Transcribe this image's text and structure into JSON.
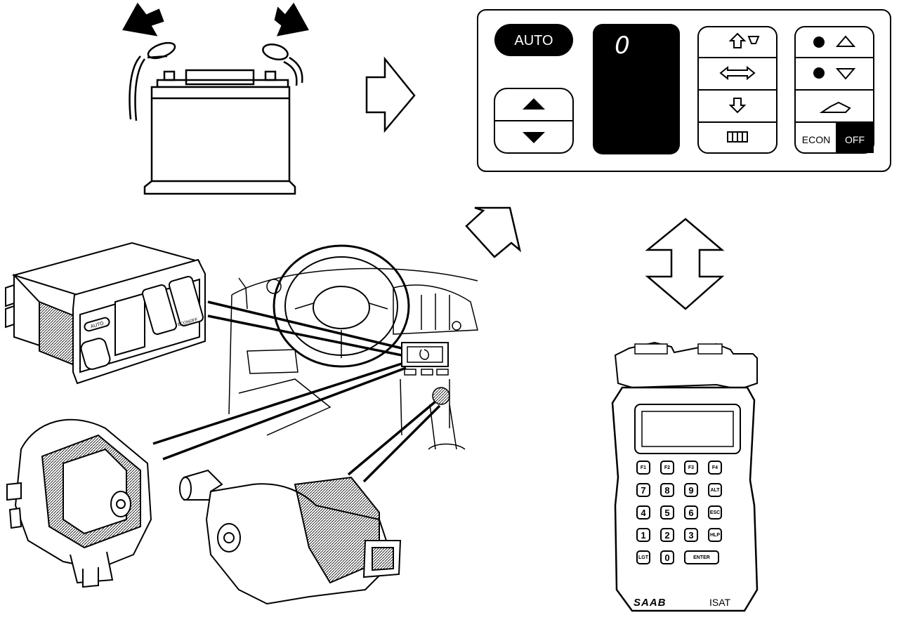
{
  "climate_panel": {
    "auto_label": "AUTO",
    "display_value": "0",
    "econ_label": "ECON",
    "off_label": "OFF",
    "buttons": [
      "temp-up",
      "temp-down",
      "air-windscreen",
      "air-face",
      "air-floor",
      "rear-defrost",
      "fan-up",
      "fan-down",
      "recirculation"
    ]
  },
  "small_panel": {
    "auto_label": "AUTO",
    "econ_label": "ECON",
    "off_label": "OFF"
  },
  "isat": {
    "brand": "SAAB",
    "model": "ISAT",
    "keys": [
      [
        "F1",
        "F2",
        "F3",
        "F4"
      ],
      [
        "7",
        "8",
        "9",
        "ALT"
      ],
      [
        "4",
        "5",
        "6",
        "ESC"
      ],
      [
        "1",
        "2",
        "3",
        "HLP"
      ],
      [
        "LGT",
        "0",
        "ENTER"
      ]
    ]
  },
  "icons": [
    "battery-icon",
    "arrow-right-icon",
    "arrow-up-right-icon",
    "double-arrow-vertical-icon"
  ]
}
